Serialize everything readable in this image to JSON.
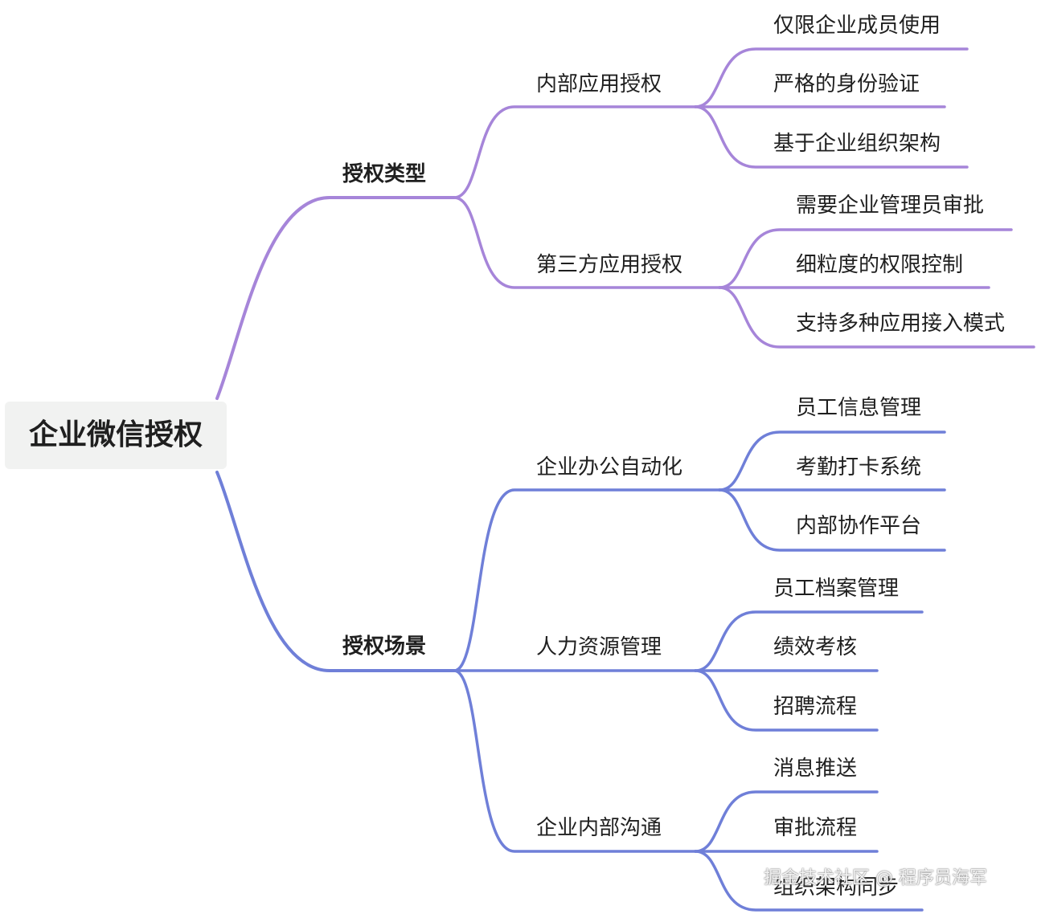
{
  "colors": {
    "branch_purple": "#a685d9",
    "branch_blue": "#6f7fd8",
    "root_bg": "#f1f2f1"
  },
  "root": {
    "label": "企业微信授权"
  },
  "branches": [
    {
      "label": "授权类型",
      "children": [
        {
          "label": "内部应用授权",
          "children": [
            "仅限企业成员使用",
            "严格的身份验证",
            "基于企业组织架构"
          ]
        },
        {
          "label": "第三方应用授权",
          "children": [
            "需要企业管理员审批",
            "细粒度的权限控制",
            "支持多种应用接入模式"
          ]
        }
      ]
    },
    {
      "label": "授权场景",
      "children": [
        {
          "label": "企业办公自动化",
          "children": [
            "员工信息管理",
            "考勤打卡系统",
            "内部协作平台"
          ]
        },
        {
          "label": "人力资源管理",
          "children": [
            "员工档案管理",
            "绩效考核",
            "招聘流程"
          ]
        },
        {
          "label": "企业内部沟通",
          "children": [
            "消息推送",
            "审批流程",
            "组织架构同步"
          ]
        }
      ]
    }
  ],
  "watermark": "掘金技术社区 @ 程序员海军"
}
